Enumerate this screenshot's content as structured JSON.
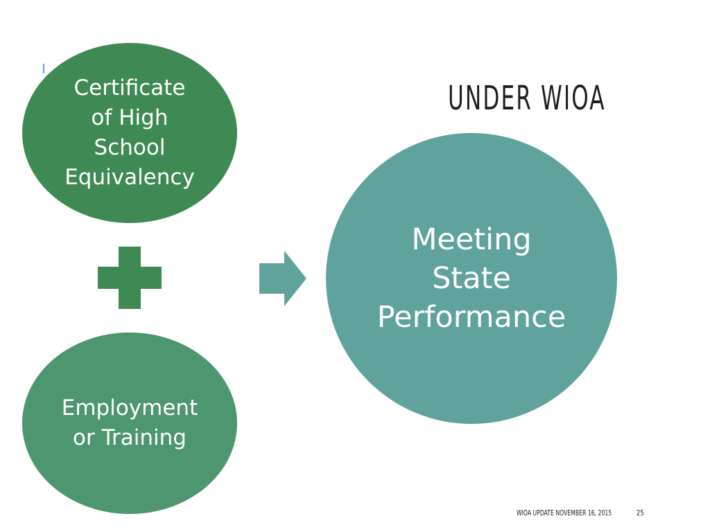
{
  "slide": {
    "title": "UNDER WIOA",
    "footer": "WIOA UPDATE NOVEMBER 16, 2015",
    "page_number": "25"
  },
  "diagram": {
    "inputs": [
      {
        "label": "Certificate\nof High\nSchool\nEquivalency",
        "color": "#3f8a54"
      },
      {
        "label": "Employment\nor Training",
        "color": "#4d9670"
      }
    ],
    "operator_icon": "plus-icon",
    "flow_icon": "arrow-right-icon",
    "result": {
      "label": "Meeting\nState\nPerformance",
      "color": "#60a39d"
    }
  },
  "colors": {
    "plus": "#3f8a54",
    "arrow": "#60a39d",
    "accent": "#4aa8d8"
  }
}
